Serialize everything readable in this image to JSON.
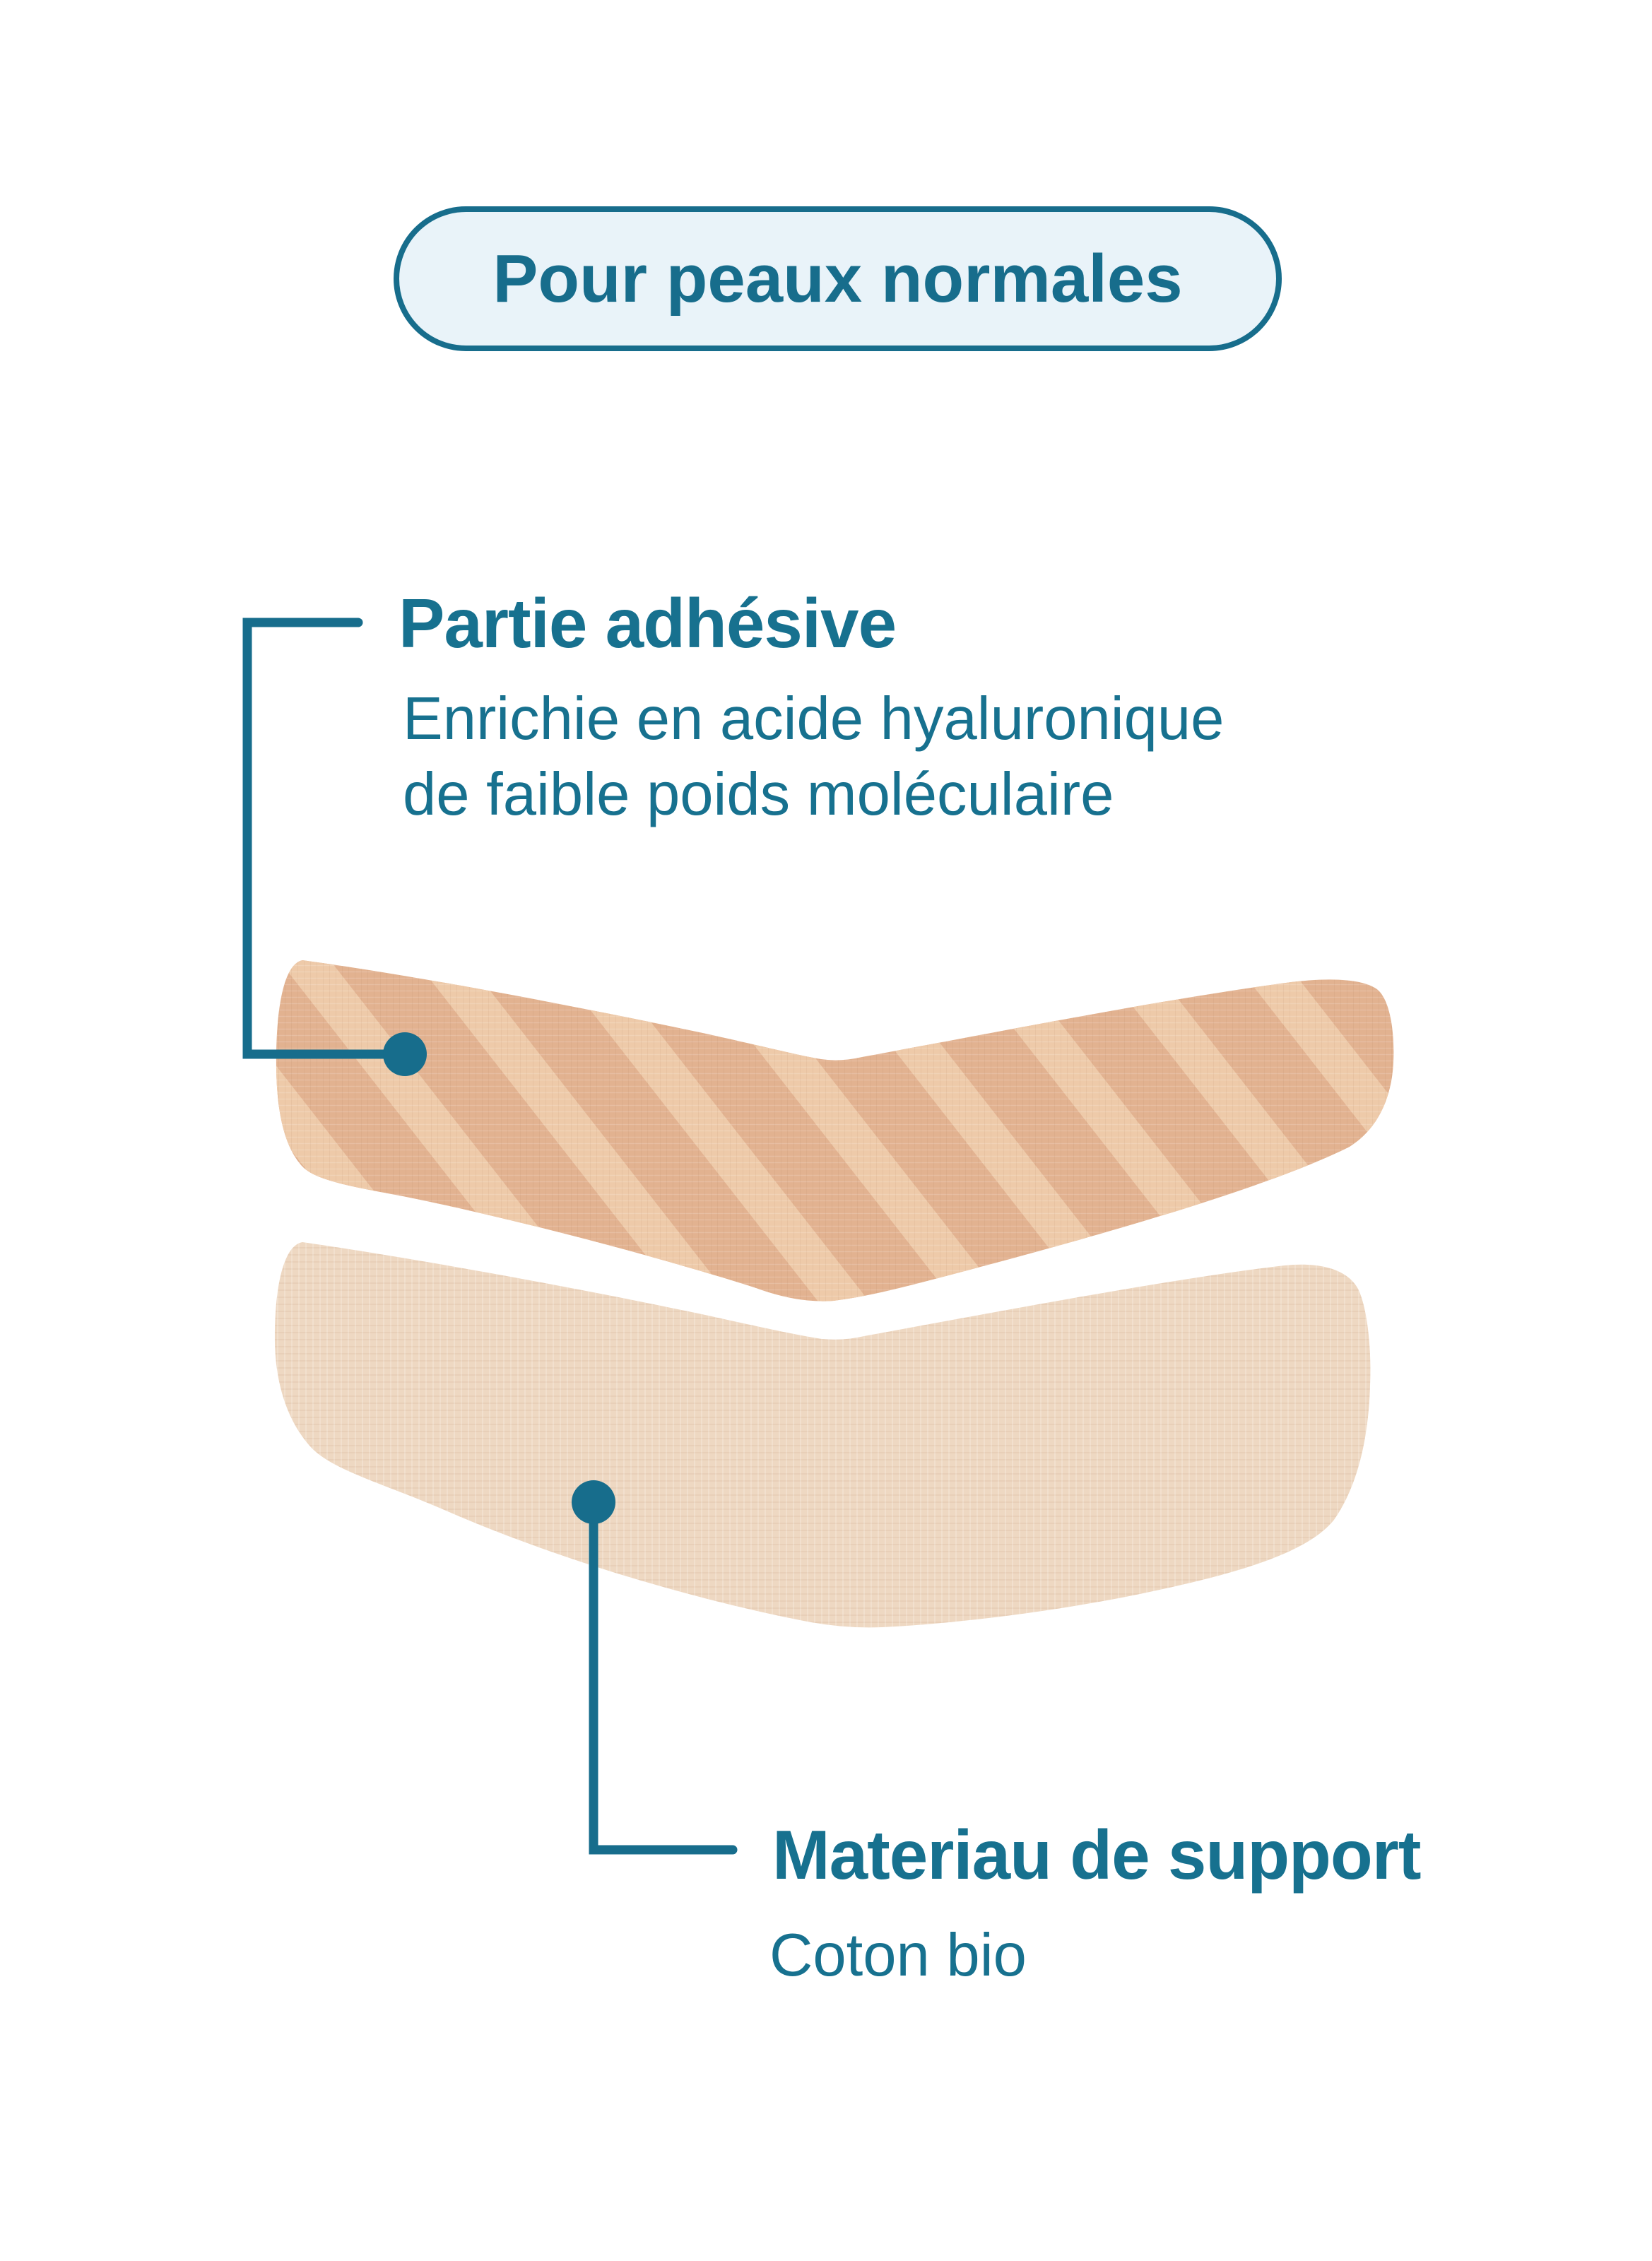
{
  "badge": {
    "label": "Pour peaux normales"
  },
  "callouts": {
    "adhesive": {
      "title": "Partie adhésive",
      "description_lines": [
        "Enrichie en acide hyaluronique",
        "de faible poids moléculaire"
      ]
    },
    "backing": {
      "title": "Materiau de support",
      "description": "Coton bio"
    }
  },
  "diagram": {
    "layers": [
      {
        "name": "adhesive-striped-patch",
        "style": "diagonal-striped fabric chevron"
      },
      {
        "name": "backing-cotton-patch",
        "style": "plain woven fabric chevron"
      }
    ]
  },
  "colors": {
    "accent_teal": "#176d8c",
    "text_teal": "#17718f",
    "badge_fill": "#e9f3f9",
    "adhesive_patch_base": "#e2b290",
    "adhesive_patch_stripe": "#eecaa9",
    "backing_patch_fill": "#eed8c2"
  }
}
